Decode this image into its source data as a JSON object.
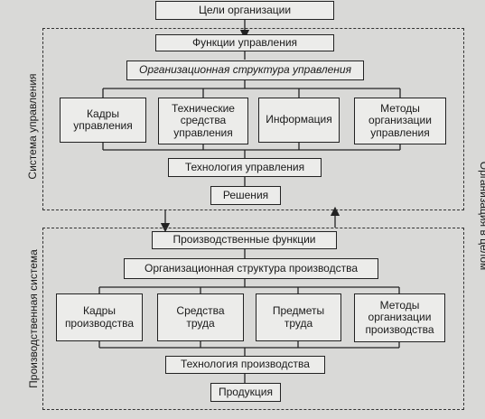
{
  "diagram": {
    "goals": "Цели организации",
    "management_system": {
      "label": "Система управления",
      "functions": "Функции управления",
      "structure": "Организационная структура управления",
      "elements": [
        "Кадры\nуправления",
        "Технические\nсредства\nуправления",
        "Информация",
        "Методы\nорганизации\nуправления"
      ],
      "technology": "Технология управления",
      "output": "Решения"
    },
    "production_system": {
      "label": "Производственная система",
      "functions": "Производственные функции",
      "structure": "Организационная структура производства",
      "elements": [
        "Кадры\nпроизводства",
        "Средства\nтруда",
        "Предметы\nтруда",
        "Методы\nорганизации\nпроизводства"
      ],
      "technology": "Технология производства",
      "output": "Продукция"
    },
    "whole_label": "Организация в целом"
  }
}
